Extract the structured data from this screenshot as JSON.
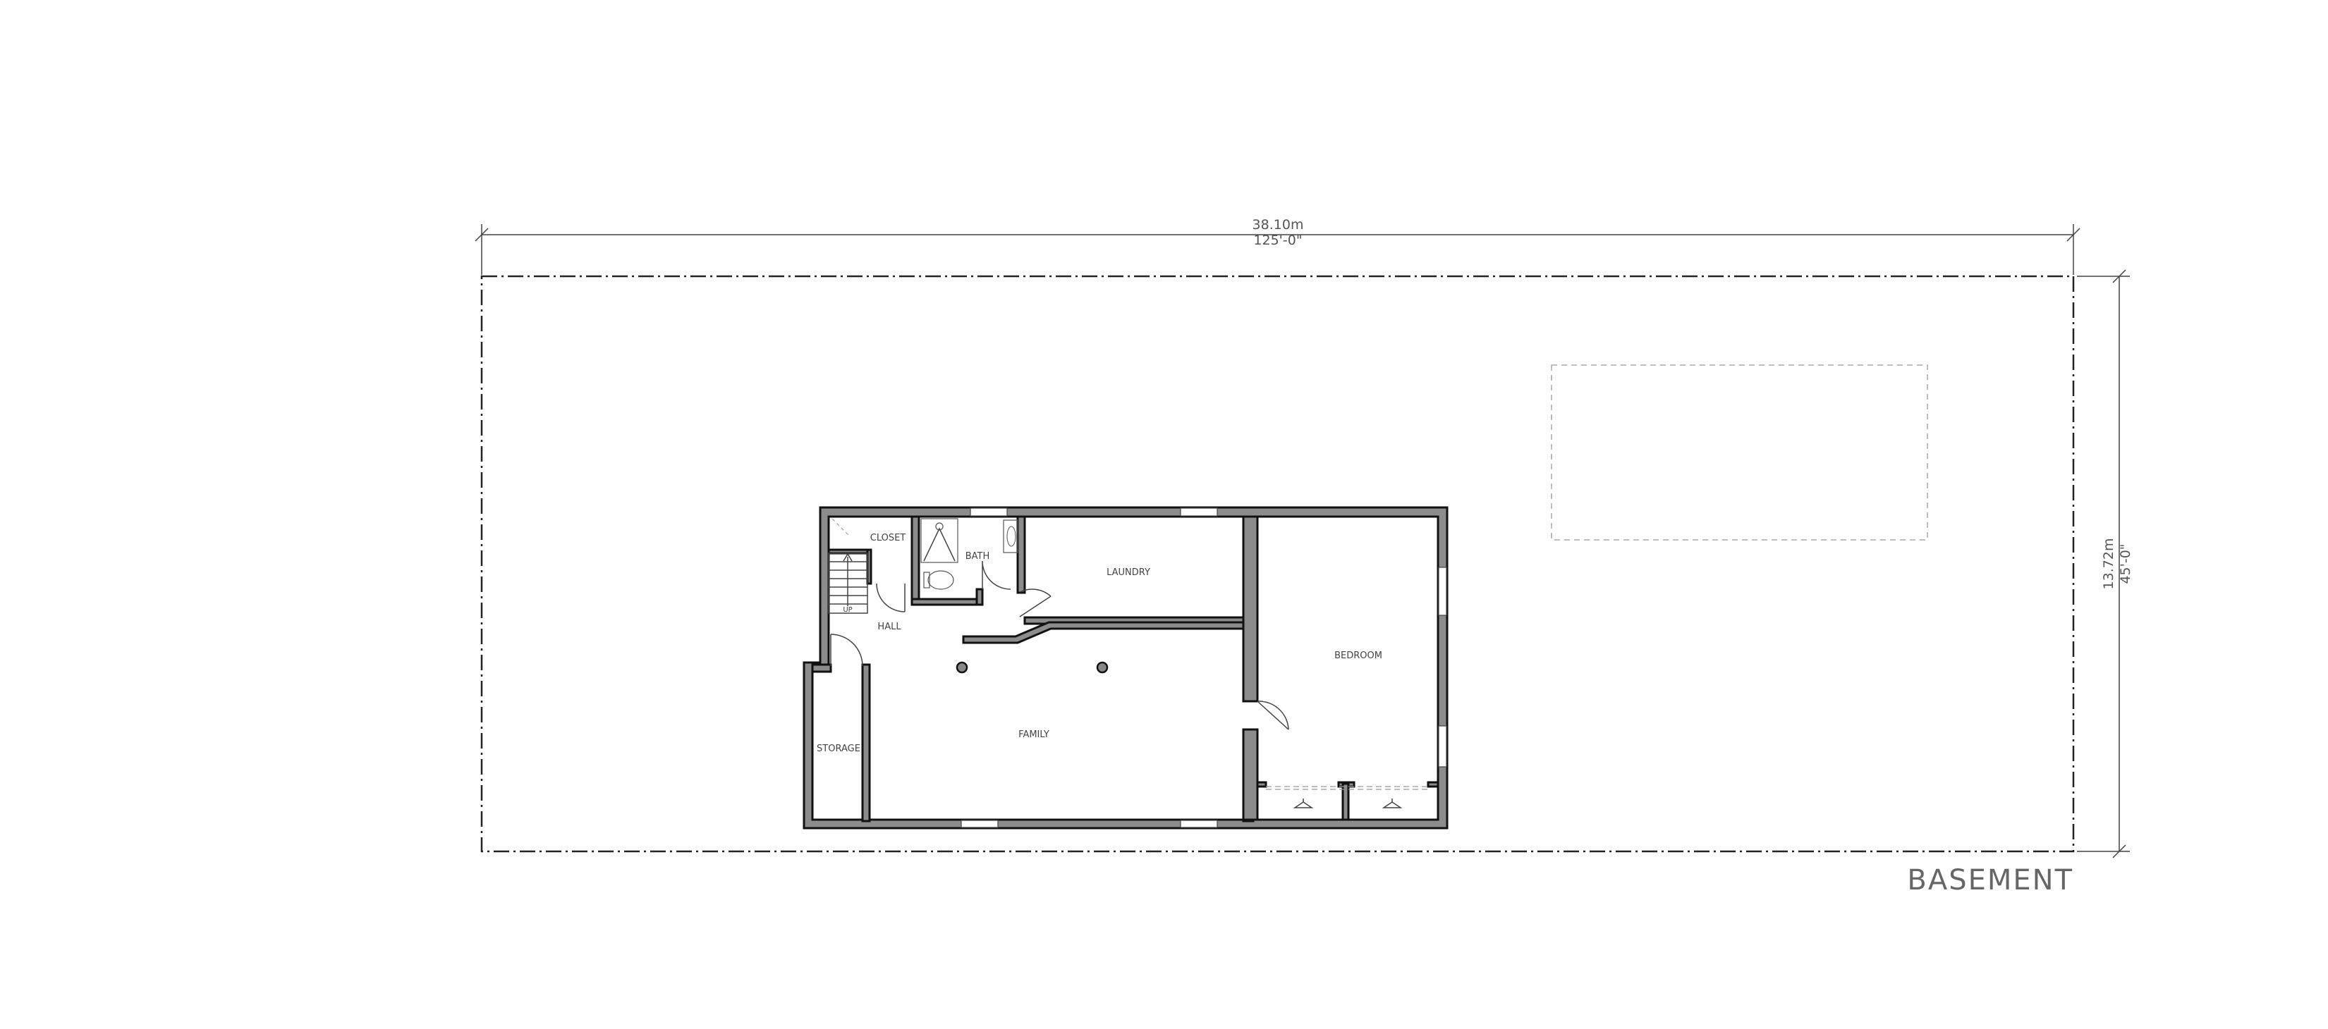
{
  "plan_title": "BASEMENT",
  "dimensions": {
    "width_metric": "38.10m",
    "width_imperial": "125'-0\"",
    "depth_metric": "13.72m",
    "depth_imperial": "45'-0\""
  },
  "rooms": {
    "closet": "CLOSET",
    "bath": "BATH",
    "laundry": "LAUNDRY",
    "bedroom": "BEDROOM",
    "hall": "HALL",
    "family": "FAMILY",
    "storage": "STORAGE",
    "stair_up": "UP"
  },
  "colors": {
    "wall_fill": "#8c8c8c",
    "line": "#222222",
    "text": "#555555"
  }
}
